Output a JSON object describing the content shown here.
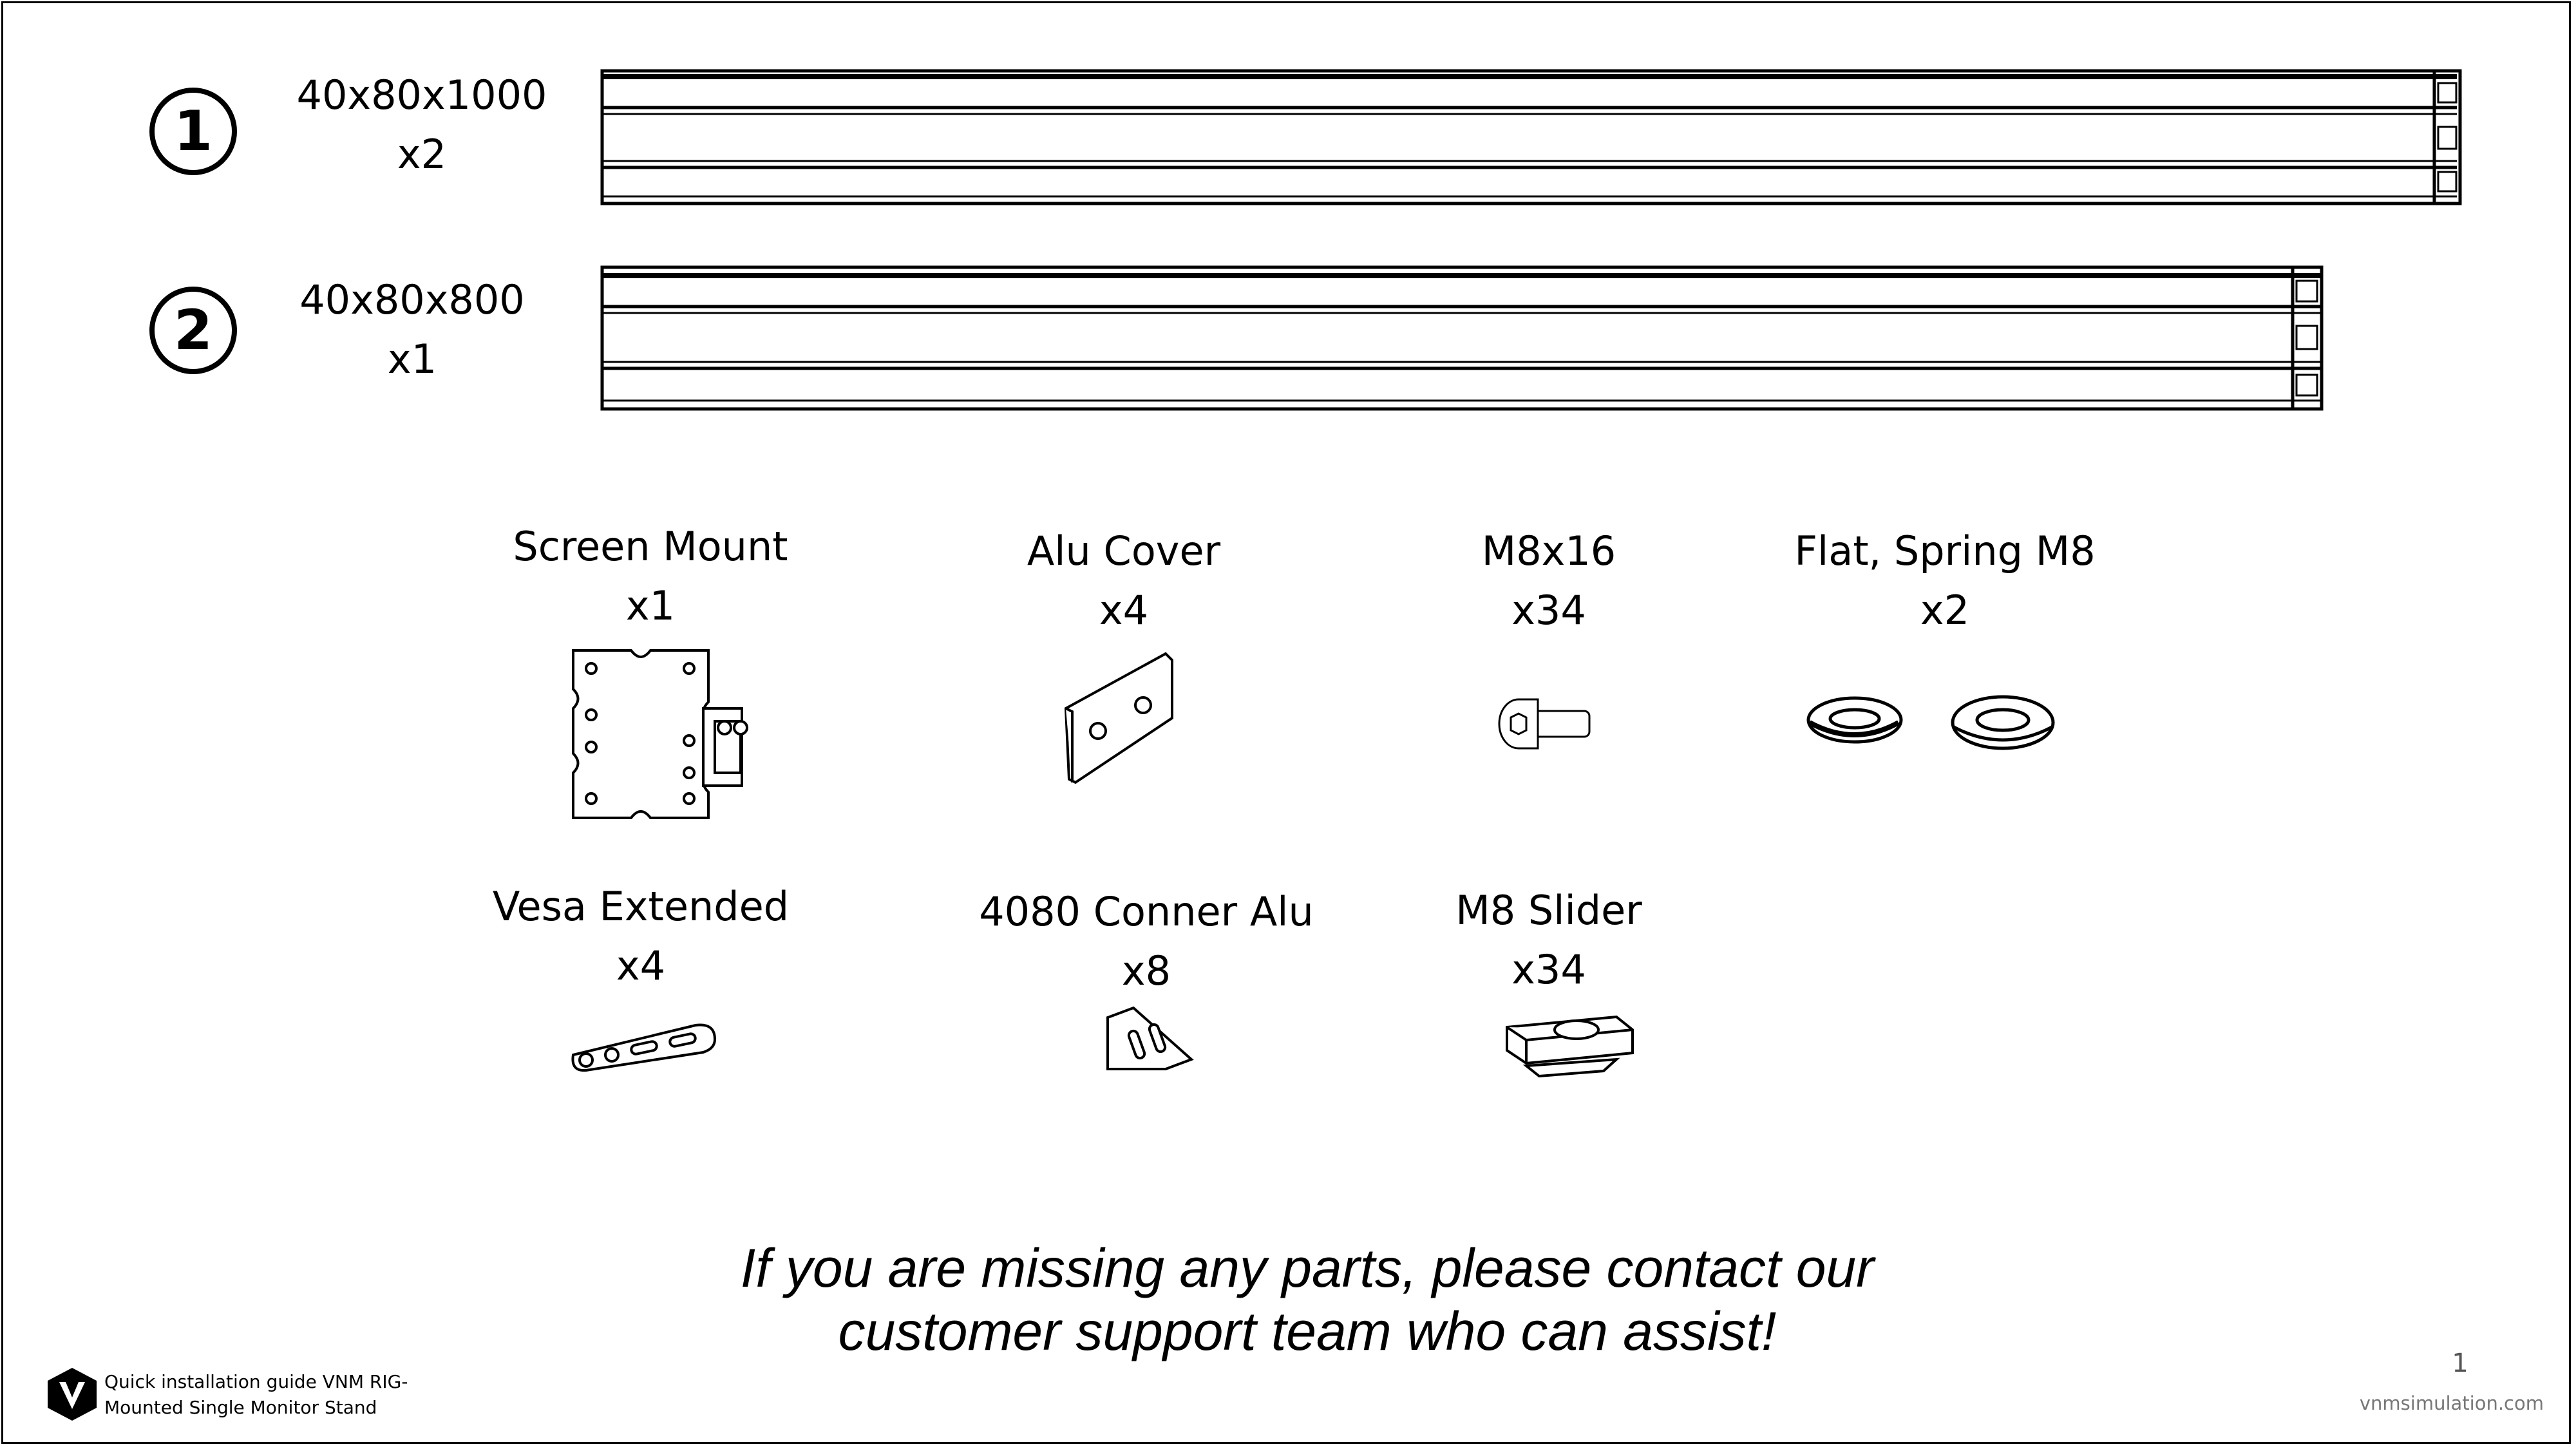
{
  "profiles": [
    {
      "number": "1",
      "size": "40x80x1000",
      "qty": "x2"
    },
    {
      "number": "2",
      "size": "40x80x800",
      "qty": "x1"
    }
  ],
  "parts": [
    {
      "name": "Screen Mount",
      "qty": "x1",
      "icon": "screen-mount-icon"
    },
    {
      "name": "Alu Cover",
      "qty": "x4",
      "icon": "alu-cover-icon"
    },
    {
      "name": "M8x16",
      "qty": "x34",
      "icon": "bolt-icon"
    },
    {
      "name": "Flat, Spring M8",
      "qty": "x2",
      "icon": "washer-icon"
    },
    {
      "name": "Vesa Extended",
      "qty": "x4",
      "icon": "vesa-extension-icon"
    },
    {
      "name": "4080 Conner Alu",
      "qty": "x8",
      "icon": "corner-bracket-icon"
    },
    {
      "name": "M8 Slider",
      "qty": "x34",
      "icon": "slider-nut-icon"
    }
  ],
  "note": {
    "line1": "If you are missing any parts, please contact our",
    "line2": "customer support team who can assist!"
  },
  "footer": {
    "guide_line1": "Quick installation guide VNM RIG-",
    "guide_line2": "Mounted Single Monitor Stand",
    "page": "1",
    "website": "vnmsimulation.com"
  }
}
